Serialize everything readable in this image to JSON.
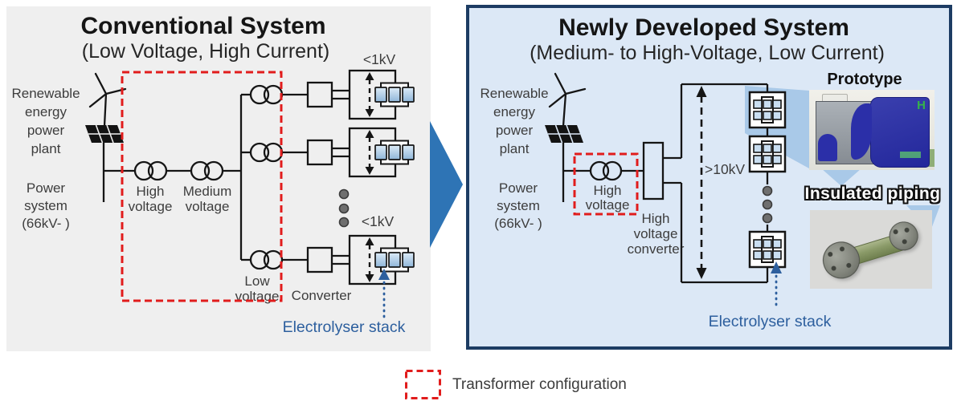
{
  "left": {
    "title": "Conventional System",
    "subtitle": "(Low Voltage, High Current)",
    "kv_top": "<1kV",
    "kv_bottom": "<1kV",
    "plant": [
      "Renewable",
      "energy",
      "power",
      "plant"
    ],
    "grid": [
      "Power",
      "system",
      "(66kV- )"
    ],
    "t_high": [
      "High",
      "voltage"
    ],
    "t_medium": [
      "Medium",
      "voltage"
    ],
    "t_low": [
      "Low",
      "voltage"
    ],
    "converter": "Converter",
    "stack": "Electrolyser stack"
  },
  "right": {
    "title": "Newly Developed System",
    "subtitle": "(Medium- to High-Voltage, Low Current)",
    "kv": ">10kV",
    "plant": [
      "Renewable",
      "energy",
      "power",
      "plant"
    ],
    "grid": [
      "Power",
      "system",
      "(66kV- )"
    ],
    "t_high": [
      "High",
      "voltage"
    ],
    "converter": [
      "High",
      "voltage",
      "converter"
    ],
    "stack": "Electrolyser stack",
    "prototype": "Prototype",
    "piping": "Insulated piping",
    "h_logo": "H"
  },
  "legend": {
    "label": "Transformer configuration"
  },
  "colors": {
    "left_panel_bg": "#efefef",
    "right_panel_bg": "#dce8f6",
    "right_panel_border": "#1d3c63",
    "transition_arrow": "#2e74b5",
    "transformer_highlight_red": "#e11c1c",
    "stack_label_blue": "#2d5f9e",
    "cell_blue": "#bcd6ec"
  }
}
